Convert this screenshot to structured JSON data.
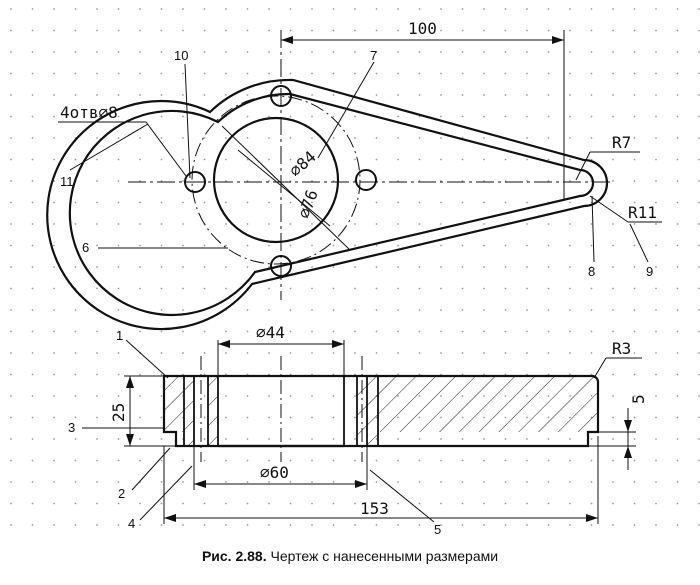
{
  "dimensions": {
    "d100": "100",
    "r7": "R7",
    "r11": "R11",
    "holes": "4отв⌀8",
    "d84": "⌀84",
    "d76": "⌀76",
    "d44": "⌀44",
    "r3": "R3",
    "h25": "25",
    "h5": "5",
    "d60": "⌀60",
    "d153": "153"
  },
  "callouts": {
    "n1": "1",
    "n2": "2",
    "n3": "3",
    "n4": "4",
    "n5": "5",
    "n6": "6",
    "n7": "7",
    "n8": "8",
    "n9": "9",
    "n10": "10",
    "n11": "11"
  },
  "caption": {
    "label": "Рис. 2.88.",
    "text": "Чертеж с нанесенными размерами"
  }
}
